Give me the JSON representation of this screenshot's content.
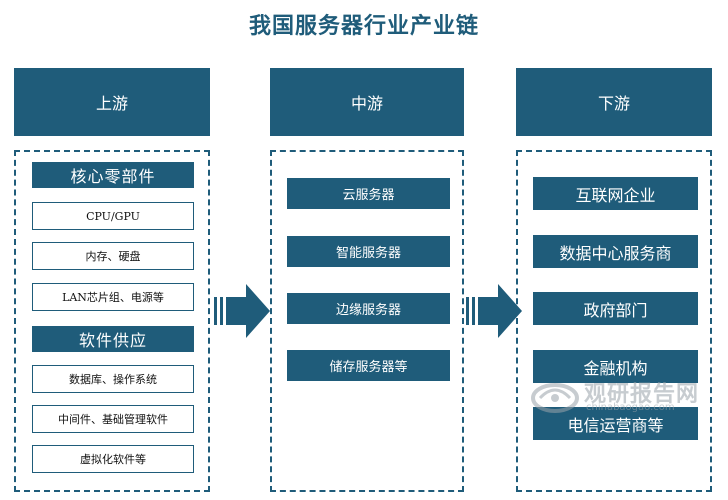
{
  "title": "我国服务器行业产业链",
  "upstream": {
    "label": "上游",
    "sections": [
      {
        "title": "核心零部件",
        "items": [
          "CPU/GPU",
          "内存、硬盘",
          "LAN芯片组、电源等"
        ]
      },
      {
        "title": "软件供应",
        "items": [
          "数据库、操作系统",
          "中间件、基础管理软件",
          "虚拟化软件等"
        ]
      }
    ]
  },
  "midstream": {
    "label": "中游",
    "items": [
      "云服务器",
      "智能服务器",
      "边缘服务器",
      "储存服务器等"
    ]
  },
  "downstream": {
    "label": "下游",
    "items": [
      "互联网企业",
      "数据中心服务商",
      "政府部门",
      "金融机构",
      "电信运营商等"
    ]
  },
  "watermark": {
    "name": "观研报告网",
    "url": "chinabaogao.com"
  },
  "colors": {
    "primary": "#1f5c7a",
    "background": "#ffffff"
  }
}
